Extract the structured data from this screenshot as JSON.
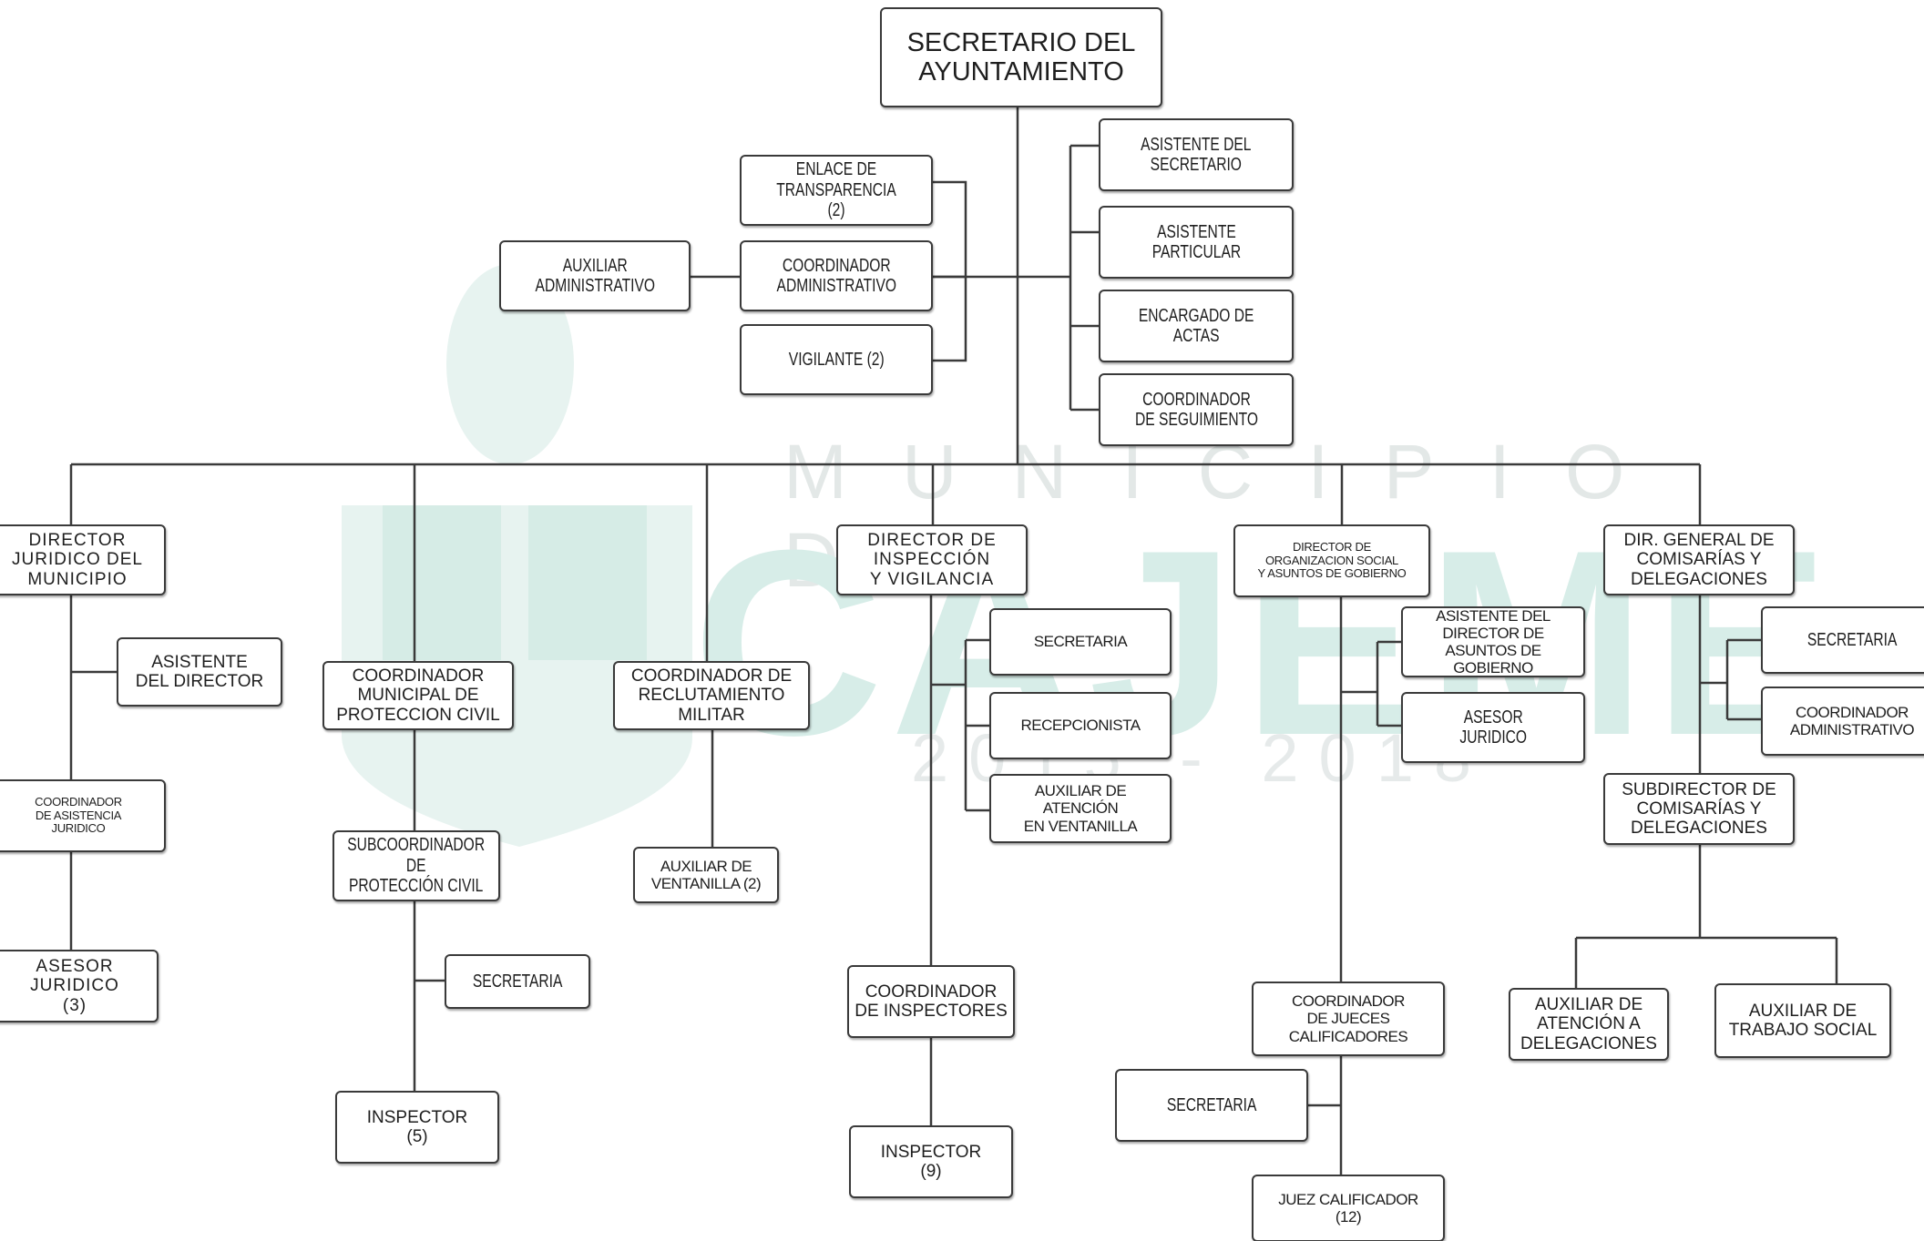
{
  "watermark": {
    "municipio": "MUNICIPIO DE",
    "cajeme": "CAJEME",
    "years": "2015 - 2018"
  },
  "boxes": {
    "secretario": "SECRETARIO DEL\nAYUNTAMIENTO",
    "enlace_transparencia": "ENLACE DE\nTRANSPARENCIA (2)",
    "coordinador_administrativo": "COORDINADOR\nADMINISTRATIVO",
    "vigilante": "VIGILANTE (2)",
    "auxiliar_administrativo": "AUXILIAR\nADMINISTRATIVO",
    "asistente_secretario": "ASISTENTE DEL\nSECRETARIO",
    "asistente_particular": "ASISTENTE\nPARTICULAR",
    "encargado_actas": "ENCARGADO DE\nACTAS",
    "coordinador_seguimiento": "COORDINADOR\nDE SEGUIMIENTO",
    "director_juridico": "DIRECTOR\nJURIDICO DEL\nMUNICIPIO",
    "asistente_director": "ASISTENTE\nDEL DIRECTOR",
    "coordinador_asistencia_juridico": "COORDINADOR\nDE ASISTENCIA\nJURIDICO",
    "asesor_juridico_3": "ASESOR\nJURIDICO\n(3)",
    "coordinador_proteccion_civil": "COORDINADOR\nMUNICIPAL DE\nPROTECCION CIVIL",
    "subcoordinador_proteccion_civil": "SUBCOORDINADOR DE\nPROTECCIÓN CIVIL",
    "secretaria_pc": "SECRETARIA",
    "inspector_5": "INSPECTOR\n(5)",
    "coordinador_reclutamiento": "COORDINADOR DE\nRECLUTAMIENTO\nMILITAR",
    "auxiliar_ventanilla": "AUXILIAR DE\nVENTANILLA (2)",
    "director_inspeccion": "DIRECTOR DE\nINSPECCIÓN\nY VIGILANCIA",
    "secretaria_insp": "SECRETARIA",
    "recepcionista": "RECEPCIONISTA",
    "auxiliar_atencion_ventanilla": "AUXILIAR DE ATENCIÓN\nEN VENTANILLA",
    "coordinador_inspectores": "COORDINADOR\nDE INSPECTORES",
    "inspector_9": "INSPECTOR\n(9)",
    "director_organizacion_social": "DIRECTOR DE\nORGANIZACION SOCIAL\nY ASUNTOS DE GOBIERNO",
    "asistente_director_gobierno": "ASISTENTE DEL\nDIRECTOR  DE\nASUNTOS DE GOBIERNO",
    "asesor_juridico": "ASESOR\nJURIDICO",
    "coordinador_jueces": "COORDINADOR\nDE JUECES\nCALIFICADORES",
    "secretaria_jueces": "SECRETARIA",
    "juez_calificador": "JUEZ CALIFICADOR\n(12)",
    "dir_general_comisarias": "DIR. GENERAL DE\nCOMISARÍAS Y\nDELEGACIONES",
    "secretaria_com": "SECRETARIA",
    "coordinador_administrativo_com": "COORDINADOR\nADMINISTRATIVO",
    "subdirector_comisarias": "SUBDIRECTOR DE\nCOMISARÍAS Y\nDELEGACIONES",
    "auxiliar_atencion_delegaciones": "AUXILIAR DE\nATENCIÓN A\nDELEGACIONES",
    "auxiliar_trabajo_social": "AUXILIAR DE\nTRABAJO SOCIAL"
  }
}
